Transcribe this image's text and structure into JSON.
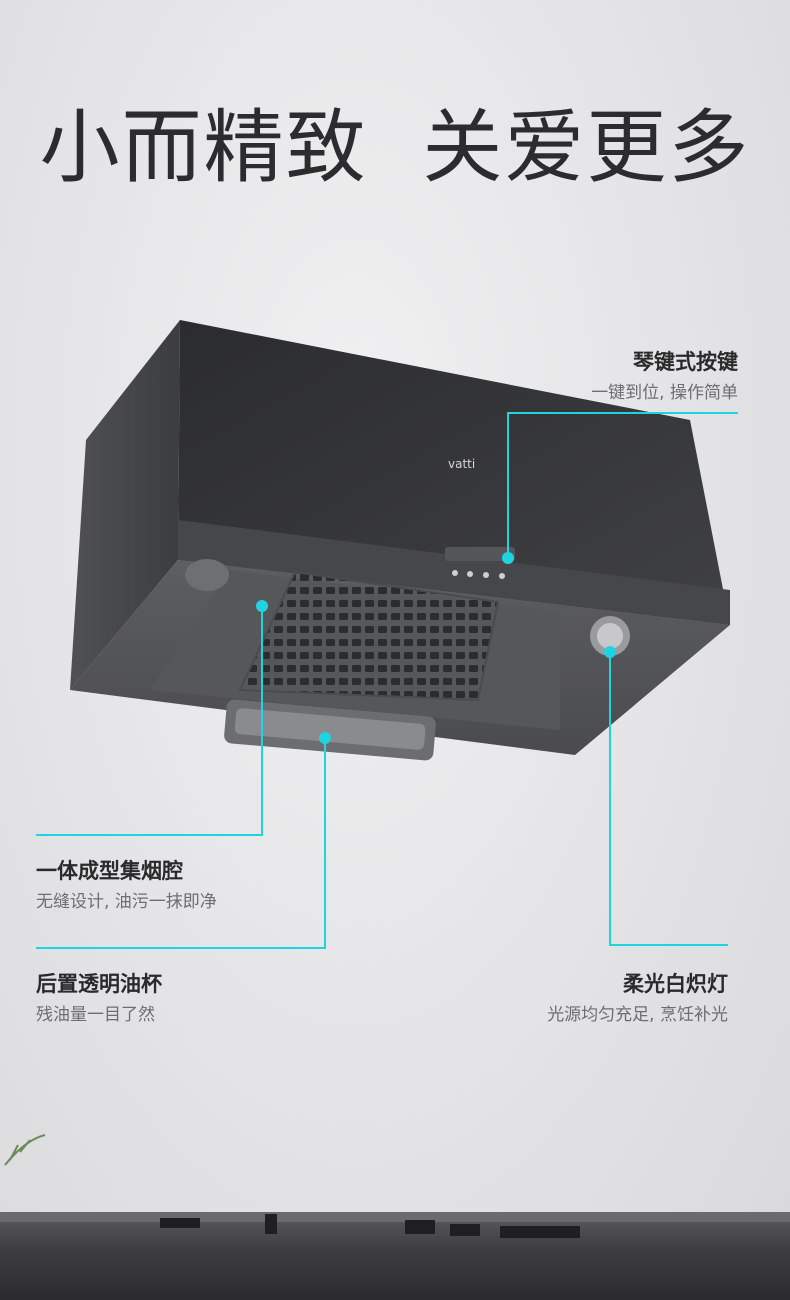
{
  "headline": "小而精致  关爱更多",
  "brand_logo": "vatti",
  "callouts": {
    "piano_keys": {
      "title": "琴键式按键",
      "subtitle": "一键到位, 操作简单"
    },
    "integrated_cavity": {
      "title": "一体成型集烟腔",
      "subtitle": "无缝设计, 油污一抹即净"
    },
    "rear_oil_cup": {
      "title": "后置透明油杯",
      "subtitle": "残油量一目了然"
    },
    "incandescent_light": {
      "title": "柔光白炽灯",
      "subtitle": "光源均匀充足, 烹饪补光"
    }
  },
  "colors": {
    "accent_cyan": "#1fd3e0",
    "hood_dark": "#3b3c3e",
    "wall": "#e6e6e8"
  }
}
